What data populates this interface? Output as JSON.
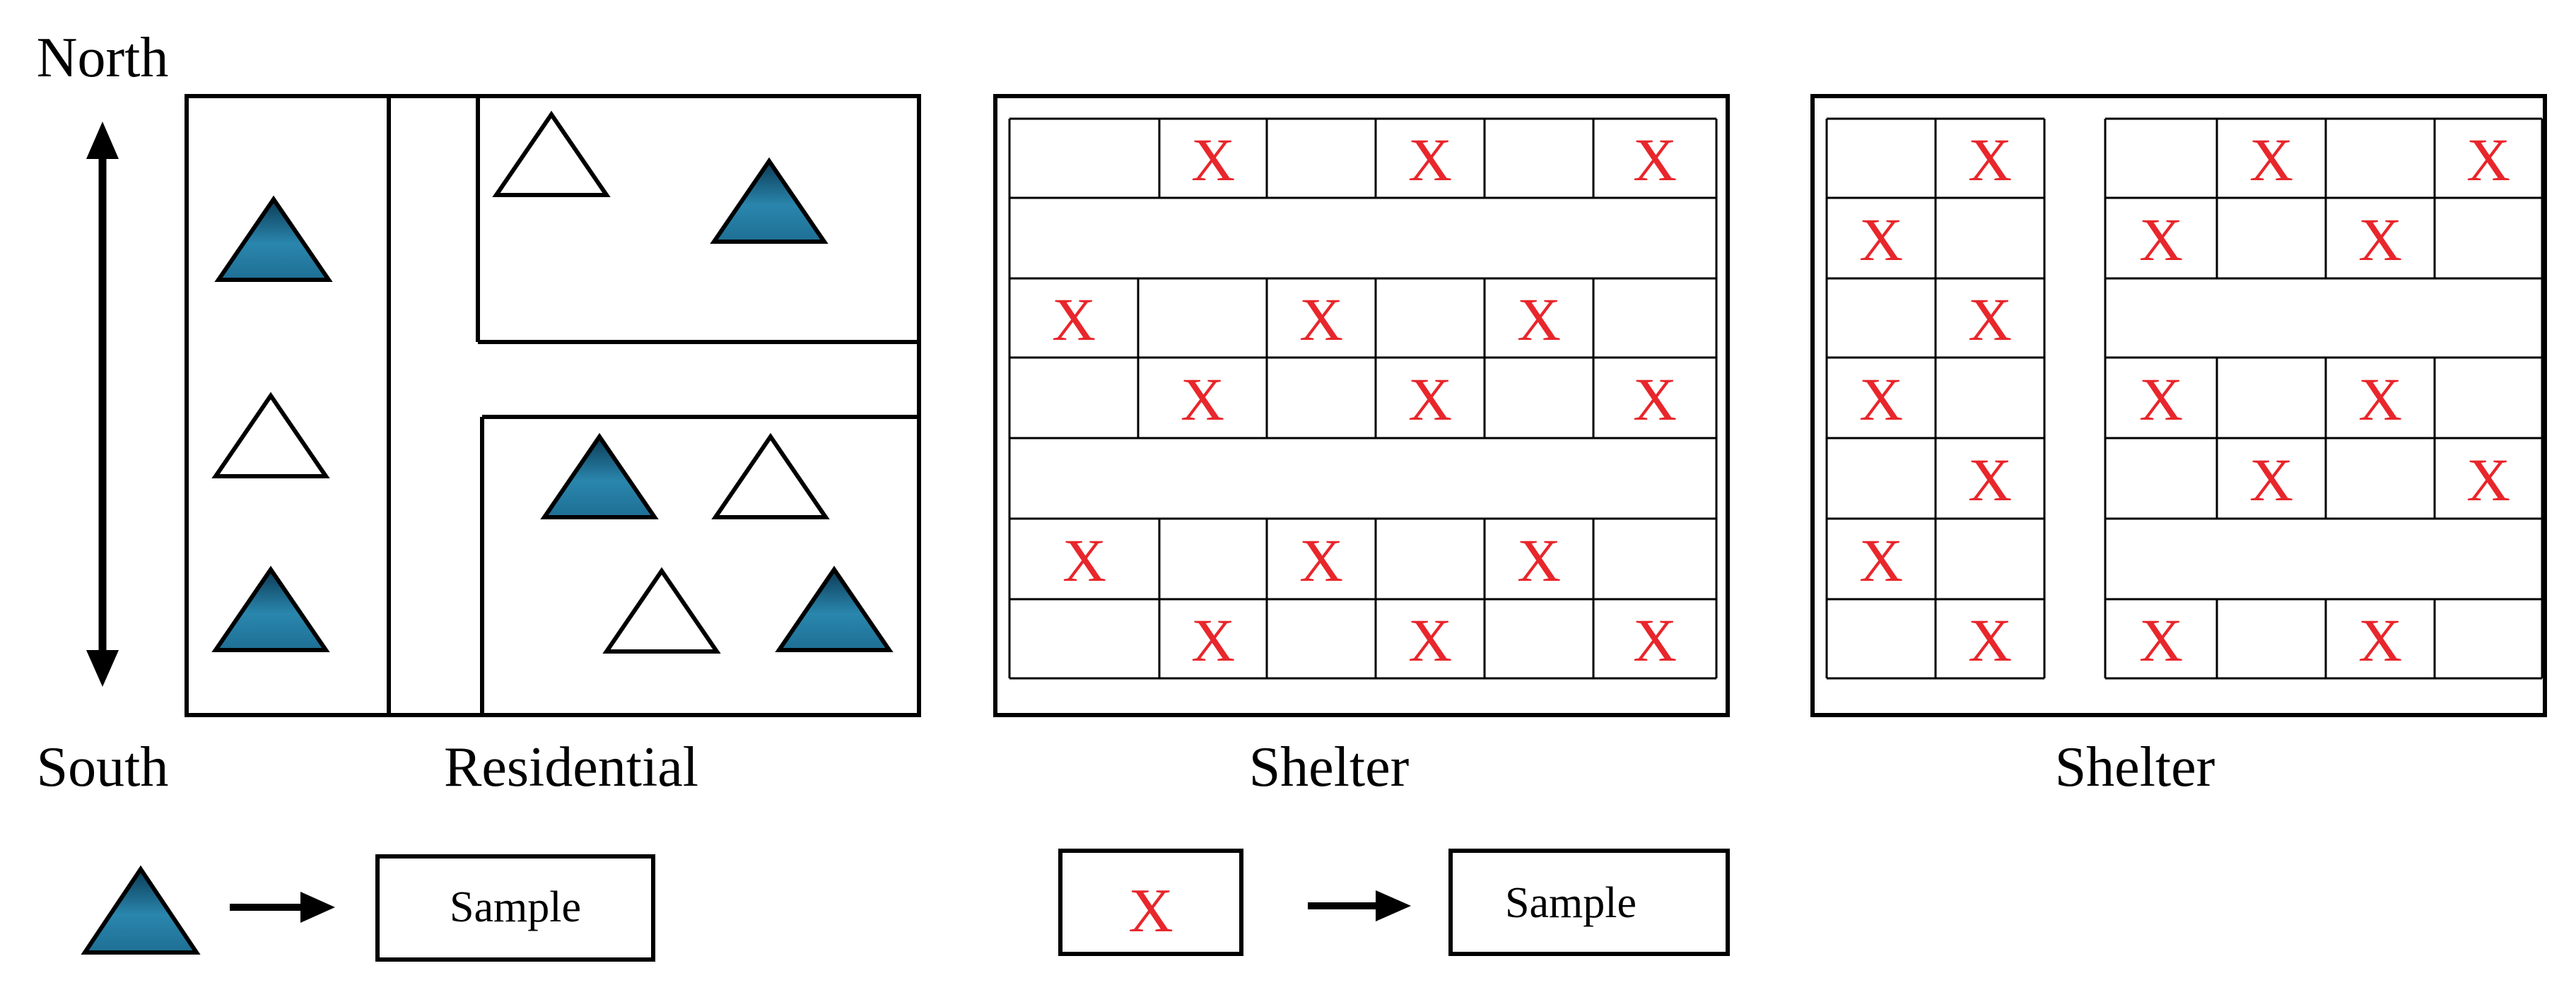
{
  "labels": {
    "north": "North",
    "south": "South",
    "residential": "Residential",
    "shelter_middle": "Shelter",
    "shelter_right": "Shelter"
  },
  "legend": {
    "left_sample": "Sample",
    "right_sample": "Sample",
    "x_symbol": "X"
  },
  "colors": {
    "filled_triangle_top": "#0b3a55",
    "filled_triangle_mid": "#2a86ad",
    "filled_triangle_bottom": "#1e6f94",
    "x_mark": "#e8262b",
    "lines": "#000000"
  },
  "icons": {
    "filled_triangle": "sampled-house-icon",
    "empty_triangle": "unsampled-house-icon",
    "x_mark": "sampled-bed-icon",
    "arrow": "right-arrow-icon"
  }
}
